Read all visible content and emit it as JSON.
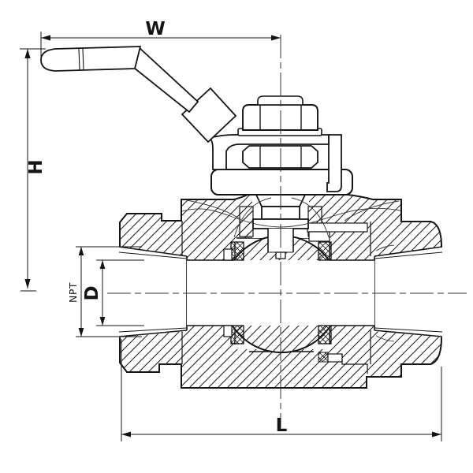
{
  "drawing": {
    "kind": "ball-valve-sectional-technical-drawing",
    "background": "#ffffff",
    "ink": "#141414",
    "dimension_labels": {
      "w": "W",
      "h": "H",
      "npt": "NPT",
      "d": "D",
      "l": "L"
    }
  }
}
